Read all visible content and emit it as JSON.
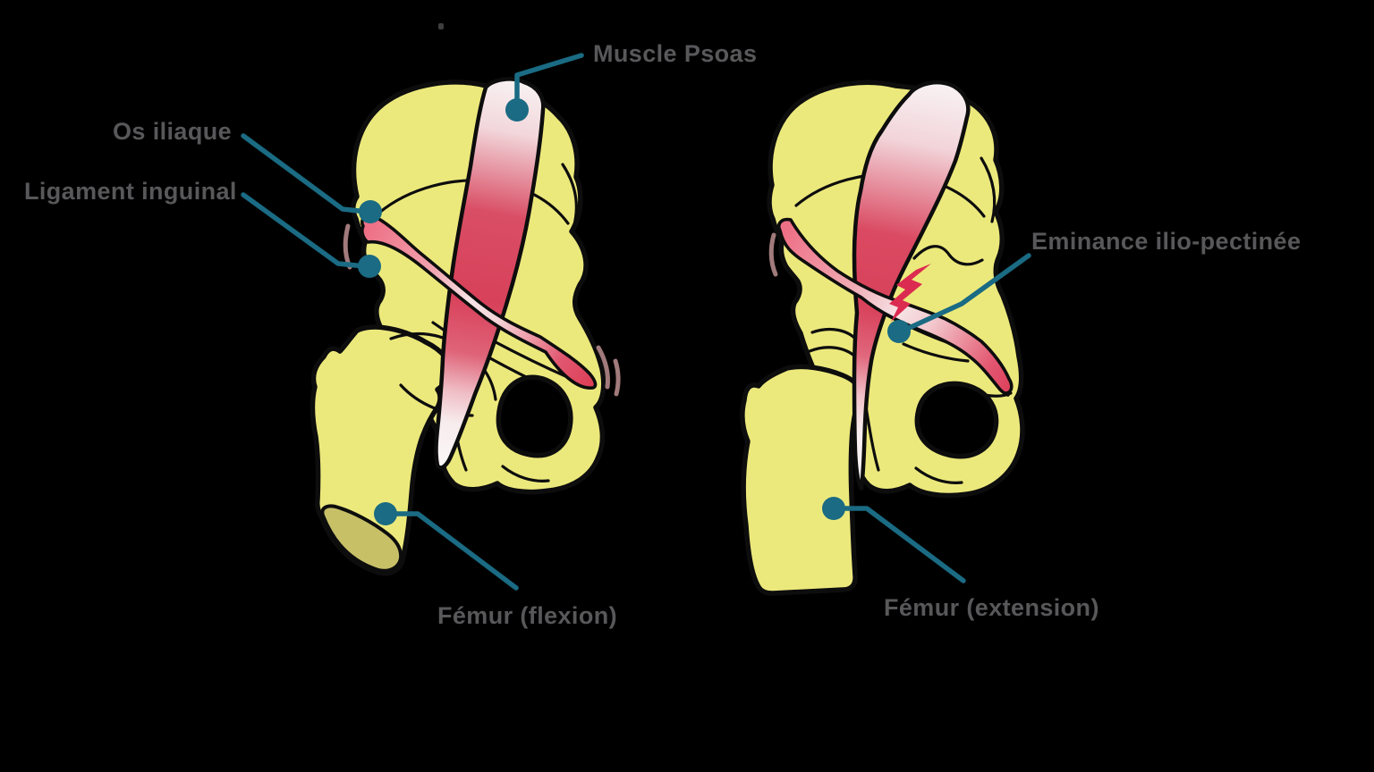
{
  "background_color": "#000000",
  "colors": {
    "bone": "#ECE97C",
    "bone_cut": "#C7C067",
    "muscle_red": "#D8415A",
    "ligament_pink": "#EE7086",
    "outline": "#0D0D0D",
    "teal": "#1A6B83",
    "label_gray": "#58585A",
    "pain_red": "#DC2B50",
    "mauve": "#BD8F91",
    "background": "#000000"
  },
  "labels": [
    {
      "id": "muscle-psoas",
      "text": "Muscle Psoas"
    },
    {
      "id": "os-iliaque",
      "text": "Os iliaque"
    },
    {
      "id": "ligament-inguinal",
      "text": "Ligament inguinal"
    },
    {
      "id": "eminence-ilio-pectinee",
      "text": "Eminance ilio-pectinée"
    },
    {
      "id": "femur-flexion",
      "text": "Fémur (flexion)"
    },
    {
      "id": "femur-extension",
      "text": "Fémur (extension)"
    }
  ]
}
